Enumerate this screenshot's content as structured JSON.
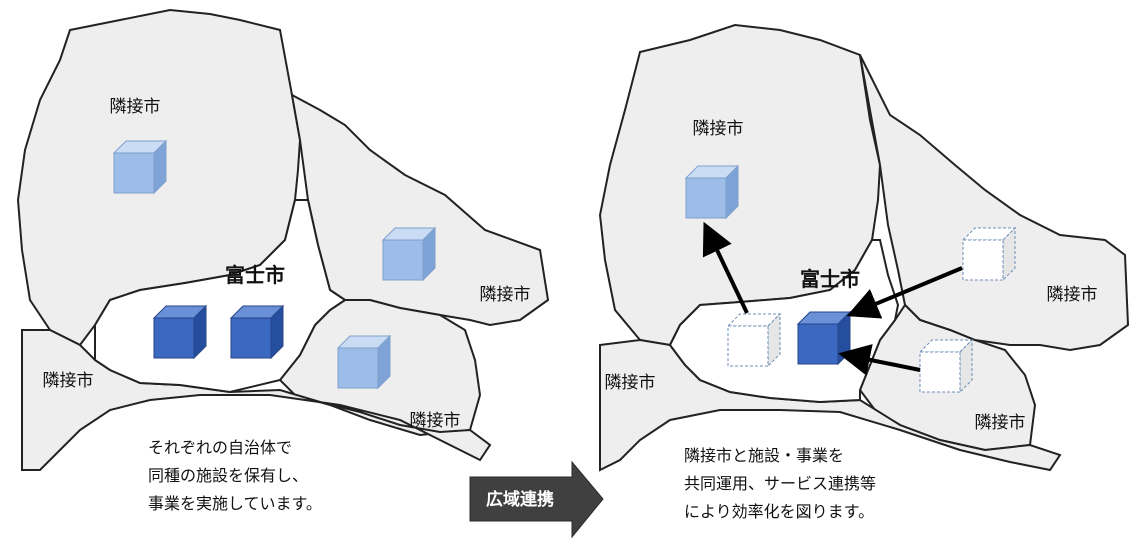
{
  "left_panel": {
    "city_name": "富士市",
    "neighbor_labels": [
      "隣接市",
      "隣接市",
      "隣接市",
      "隣接市"
    ],
    "caption_lines": [
      "それぞれの自治体で",
      "同種の施設を保有し、",
      "事業を実施しています。"
    ]
  },
  "center_arrow": {
    "label": "広域連携"
  },
  "right_panel": {
    "city_name": "富士市",
    "neighbor_labels": [
      "隣接市",
      "隣接市",
      "隣接市",
      "隣接市"
    ],
    "caption_lines": [
      "隣接市と施設・事業を",
      "共同運用、サービス連携等",
      "により効率化を図ります。"
    ]
  },
  "colors": {
    "land_fill": "#eeeeee",
    "border": "#222222",
    "own_cube_front": "#3b68c0",
    "neighbor_cube_front": "#9dbde8",
    "arrow_box": "#404040"
  }
}
